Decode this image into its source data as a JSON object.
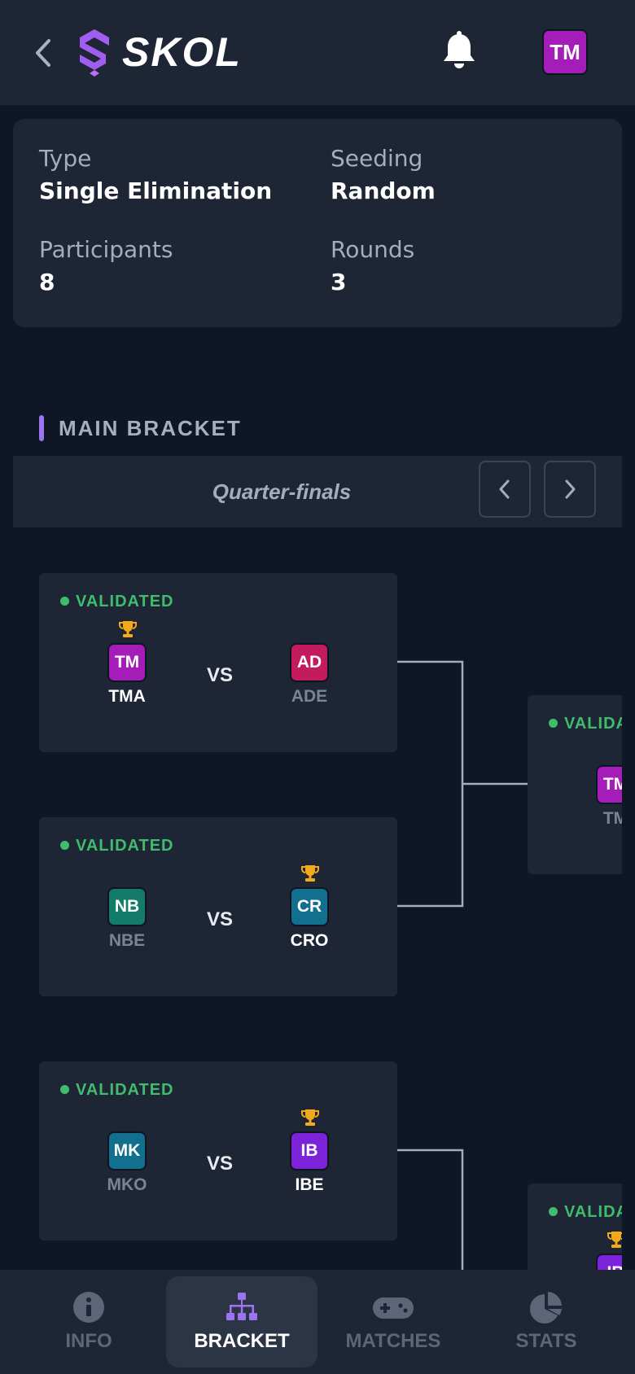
{
  "header": {
    "logo_text": "SKOL",
    "user_initials": "TM"
  },
  "info": {
    "type_label": "Type",
    "type_value": "Single Elimination",
    "seeding_label": "Seeding",
    "seeding_value": "Random",
    "participants_label": "Participants",
    "participants_value": "8",
    "rounds_label": "Rounds",
    "rounds_value": "3"
  },
  "section": {
    "title": "MAIN BRACKET",
    "round_name": "Quarter-finals"
  },
  "matches": [
    {
      "status": "VALIDATED",
      "vs": "VS",
      "p1": {
        "initials": "TM",
        "name": "TMA",
        "winner": true
      },
      "p2": {
        "initials": "AD",
        "name": "ADE",
        "winner": false
      }
    },
    {
      "status": "VALIDATED",
      "vs": "VS",
      "p1": {
        "initials": "NB",
        "name": "NBE",
        "winner": false
      },
      "p2": {
        "initials": "CR",
        "name": "CRO",
        "winner": true
      }
    },
    {
      "status": "VALIDATED",
      "vs": "VS",
      "p1": {
        "initials": "MK",
        "name": "MKO",
        "winner": false
      },
      "p2": {
        "initials": "IB",
        "name": "IBE",
        "winner": true
      }
    }
  ],
  "next_round": [
    {
      "status": "VALIDA",
      "initials": "TM",
      "name": "TM"
    },
    {
      "status": "VALIDA",
      "initials": "IB"
    }
  ],
  "tabs": [
    {
      "label": "INFO",
      "icon": "info-icon"
    },
    {
      "label": "BRACKET",
      "icon": "bracket-icon",
      "active": true
    },
    {
      "label": "MATCHES",
      "icon": "gamepad-icon"
    },
    {
      "label": "STATS",
      "icon": "pie-chart-icon"
    }
  ],
  "colors": {
    "background": "#0f1726",
    "card": "#1e2636",
    "accent": "#9b74f0",
    "validated": "#3fbd6d",
    "trophy": "#f2a91a",
    "avatar_tm": "#a51db8",
    "avatar_ad": "#c21b5e",
    "avatar_nb": "#147a6a",
    "avatar_cr": "#126f8e",
    "avatar_mk": "#126f8e",
    "avatar_ib": "#7c22d9"
  }
}
